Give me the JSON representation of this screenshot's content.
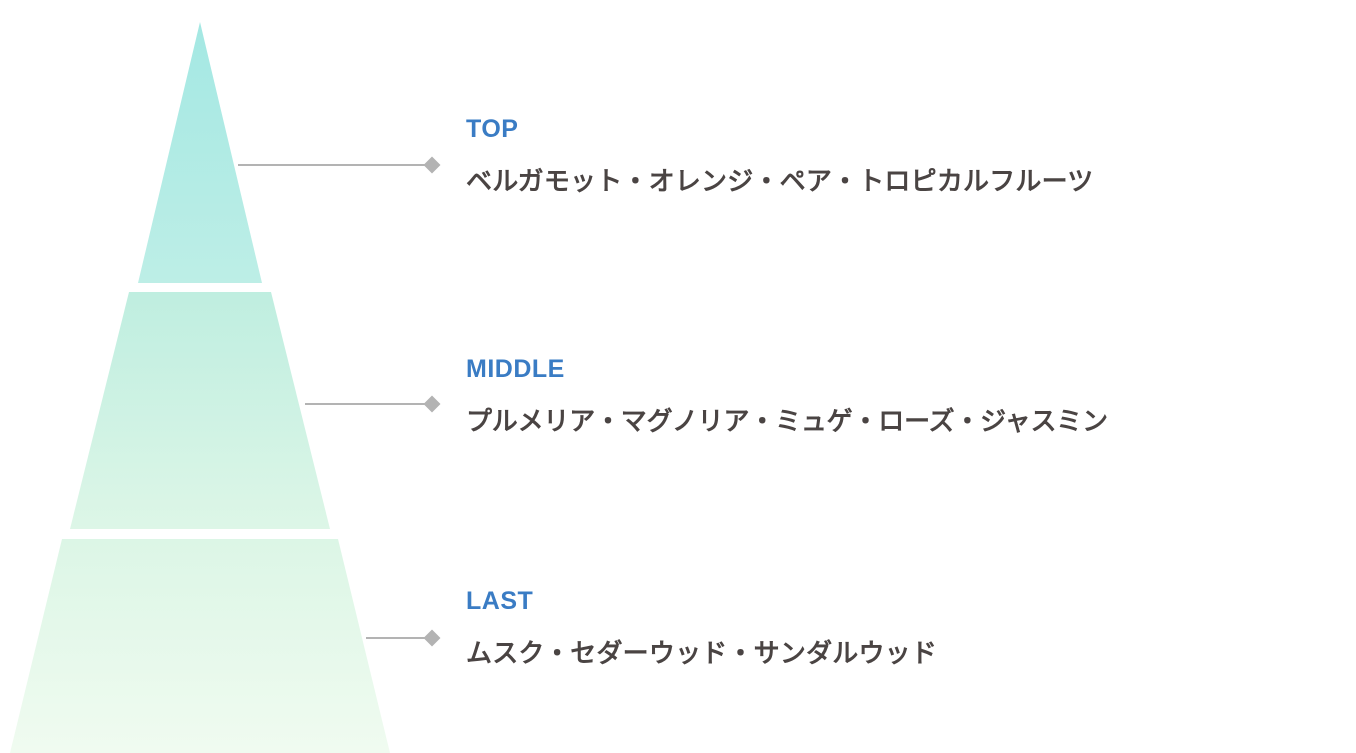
{
  "diagram": {
    "type": "fragrance-pyramid",
    "background_color": "#ffffff",
    "accent_color": "#3a7cc4",
    "text_color": "#4a4443",
    "connector_color": "#b3b3b3",
    "divider_color": "#ffffff"
  },
  "pyramid": {
    "sections": [
      {
        "key": "top",
        "fill_top": "#a9e9e4",
        "fill_bottom": "#bdeee6"
      },
      {
        "key": "middle",
        "fill_top": "#c0efe0",
        "fill_bottom": "#dbf6e6"
      },
      {
        "key": "last",
        "fill_top": "#ddf6e6",
        "fill_bottom": "#effaf0"
      }
    ]
  },
  "notes": [
    {
      "id": "top",
      "title": "TOP",
      "ingredients": "ベルガモット・オレンジ・ペア・トロピカルフルーツ"
    },
    {
      "id": "middle",
      "title": "MIDDLE",
      "ingredients": "プルメリア・マグノリア・ミュゲ・ローズ・ジャスミン"
    },
    {
      "id": "last",
      "title": "LAST",
      "ingredients": "ムスク・セダーウッド・サンダルウッド"
    }
  ]
}
